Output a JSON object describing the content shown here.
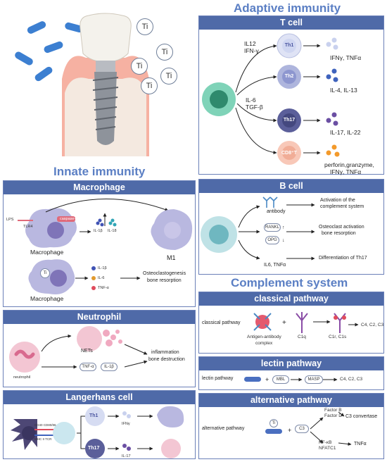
{
  "titles": {
    "adaptive": "Adaptive immunity",
    "innate": "Innate immunity",
    "complement": "Complement system"
  },
  "implant": {
    "ti_labels": [
      "Ti",
      "Ti",
      "Ti",
      "Ti",
      "Ti"
    ]
  },
  "tcell": {
    "header": "T cell",
    "stim1_a": "IL12",
    "stim1_b": "IFN-γ",
    "stim2_a": "IL-6",
    "stim2_b": "TGF-β",
    "subsets": [
      "Th1",
      "Th2",
      "Th17",
      "CD8⁺T"
    ],
    "outputs": [
      "IFNγ, TNFα",
      "IL-4, IL-13",
      "IL-17, IL-22",
      "perforin,granzyme,",
      "IFNγ, TNFα"
    ]
  },
  "bcell": {
    "header": "B cell",
    "antibody": "antibody",
    "rankl": "RANKL",
    "opg": "OPG",
    "il6": "IL6, TNFα",
    "out1a": "Activation of the",
    "out1b": "complement system",
    "out2a": "Osteoclast activation",
    "out2b": "bone resorption",
    "out3": "Differentiation of  Th17"
  },
  "macrophage": {
    "header": "Macrophage",
    "lps": "LPS",
    "tlr4": "TLR4",
    "caspase": "caspase-1",
    "il1b": "IL-1β",
    "il18": "IL-18",
    "label1": "Macrophage",
    "m1": "M1",
    "ti": "Ti",
    "cyt": [
      "IL-1β",
      "IL-6",
      "TNF-α"
    ],
    "label2": "Macrophage",
    "out_a": "Osteoclastogenesis",
    "out_b": "bone resorption"
  },
  "neutrophil": {
    "header": "Neutrophil",
    "nets": "NETs",
    "tnf": "TNF-α",
    "il1b": "IL-1β",
    "out_a": "inflammation",
    "out_b": "bone destruction",
    "label": "neutrophil"
  },
  "langerhans": {
    "header": "Langerhans cell",
    "receptors": [
      "CD40 CD80/86",
      "MHC II TCR"
    ],
    "th1": "Th1",
    "th17": "Th17",
    "ifn": "IFNγ",
    "il17": "IL-17"
  },
  "classical": {
    "header": "classical pathway",
    "label": "classical pathway",
    "antigen_a": "Antigen-antibody",
    "antigen_b": "complex",
    "c1q": "C1q",
    "c1r": "C1r, C1s",
    "out": "C4, C2, C3"
  },
  "lectin": {
    "header": "lectin pathway",
    "label": "lectin pathway",
    "mbl": "MBL",
    "masp": "MASP",
    "out": "C4, C2, C3"
  },
  "alternative": {
    "header": "alternative pathway",
    "label": "alternative pathway",
    "ti": "Ti",
    "c3": "C3",
    "factor_b": "Factor B",
    "factor_d": "Factor D",
    "c3conv": "C3 convertase",
    "nfkb": "NF-κB",
    "nfatc1": "NFATC1",
    "tnfa": "TNFα"
  }
}
